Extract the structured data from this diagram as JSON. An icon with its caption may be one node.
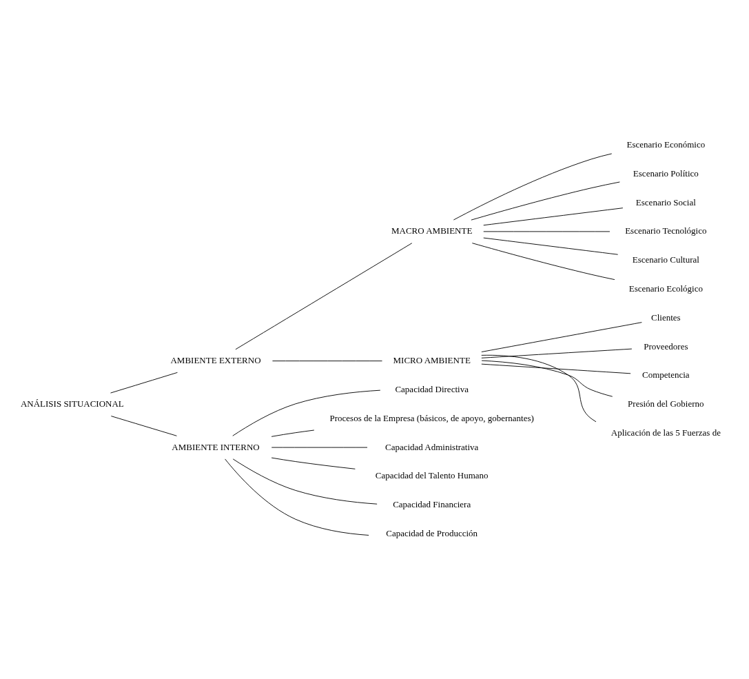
{
  "diagram": {
    "nodes": [
      {
        "text": [
          "ANÁLISIS SITUACIONAL"
        ]
      },
      {
        "text": [
          "AMBIENTE EXTERNO"
        ]
      },
      {
        "text": [
          "MACRO AMBIENTE"
        ]
      },
      {
        "text": [
          "Escenario Económico"
        ]
      },
      {
        "text": [
          "Escenario Político"
        ]
      },
      {
        "text": [
          "Escenario Social"
        ]
      },
      {
        "text": [
          "Escenario Tecnológico"
        ]
      },
      {
        "text": [
          "Escenario Cultural"
        ]
      },
      {
        "text": [
          "Escenario Ecológico"
        ]
      },
      {
        "text": [
          "MICRO AMBIENTE"
        ]
      },
      {
        "text": [
          "Clientes"
        ]
      },
      {
        "text": [
          "Proveedores"
        ]
      },
      {
        "text": [
          "Competencia"
        ]
      },
      {
        "text": [
          "Presión del Gobierno"
        ]
      },
      {
        "text": [
          "Aplicación de las 5 Fuerzas de"
        ]
      },
      {
        "text": [
          "AMBIENTE INTERNO"
        ]
      },
      {
        "text": [
          "Capacidad Directiva"
        ]
      },
      {
        "text": [
          "Procesos de la Empresa (básicos, de apoyo, gobernantes)"
        ]
      },
      {
        "text": [
          "Capacidad Administrativa"
        ]
      },
      {
        "text": [
          "Capacidad del Talento Humano"
        ]
      },
      {
        "text": [
          "Capacidad Financiera"
        ]
      },
      {
        "text": [
          "Capacidad de Producción"
        ]
      }
    ],
    "edges": [
      {
        "from": 0,
        "to": 1,
        "arrow": "none"
      },
      {
        "from": 0,
        "to": 15,
        "arrow": "none"
      },
      {
        "from": 1,
        "to": 2,
        "arrow": "none"
      },
      {
        "from": 1,
        "to": 9,
        "arrow": "none"
      },
      {
        "from": 2,
        "to": 3,
        "arrow": "none"
      },
      {
        "from": 2,
        "to": 4,
        "arrow": "none"
      },
      {
        "from": 2,
        "to": 5,
        "arrow": "none"
      },
      {
        "from": 2,
        "to": 6,
        "arrow": "none"
      },
      {
        "from": 2,
        "to": 7,
        "arrow": "none"
      },
      {
        "from": 2,
        "to": 8,
        "arrow": "none"
      },
      {
        "from": 9,
        "to": 10,
        "arrow": "none"
      },
      {
        "from": 9,
        "to": 11,
        "arrow": "none"
      },
      {
        "from": 9,
        "to": 12,
        "arrow": "none"
      },
      {
        "from": 9,
        "to": 13,
        "arrow": "none"
      },
      {
        "from": 9,
        "to": 14,
        "arrow": "none"
      },
      {
        "from": 15,
        "to": 16,
        "arrow": "none"
      },
      {
        "from": 15,
        "to": 17,
        "arrow": "none"
      },
      {
        "from": 15,
        "to": 18,
        "arrow": "none"
      },
      {
        "from": 15,
        "to": 19,
        "arrow": "none"
      },
      {
        "from": 15,
        "to": 20,
        "arrow": "none"
      },
      {
        "from": 15,
        "to": 21,
        "arrow": "none"
      }
    ]
  }
}
